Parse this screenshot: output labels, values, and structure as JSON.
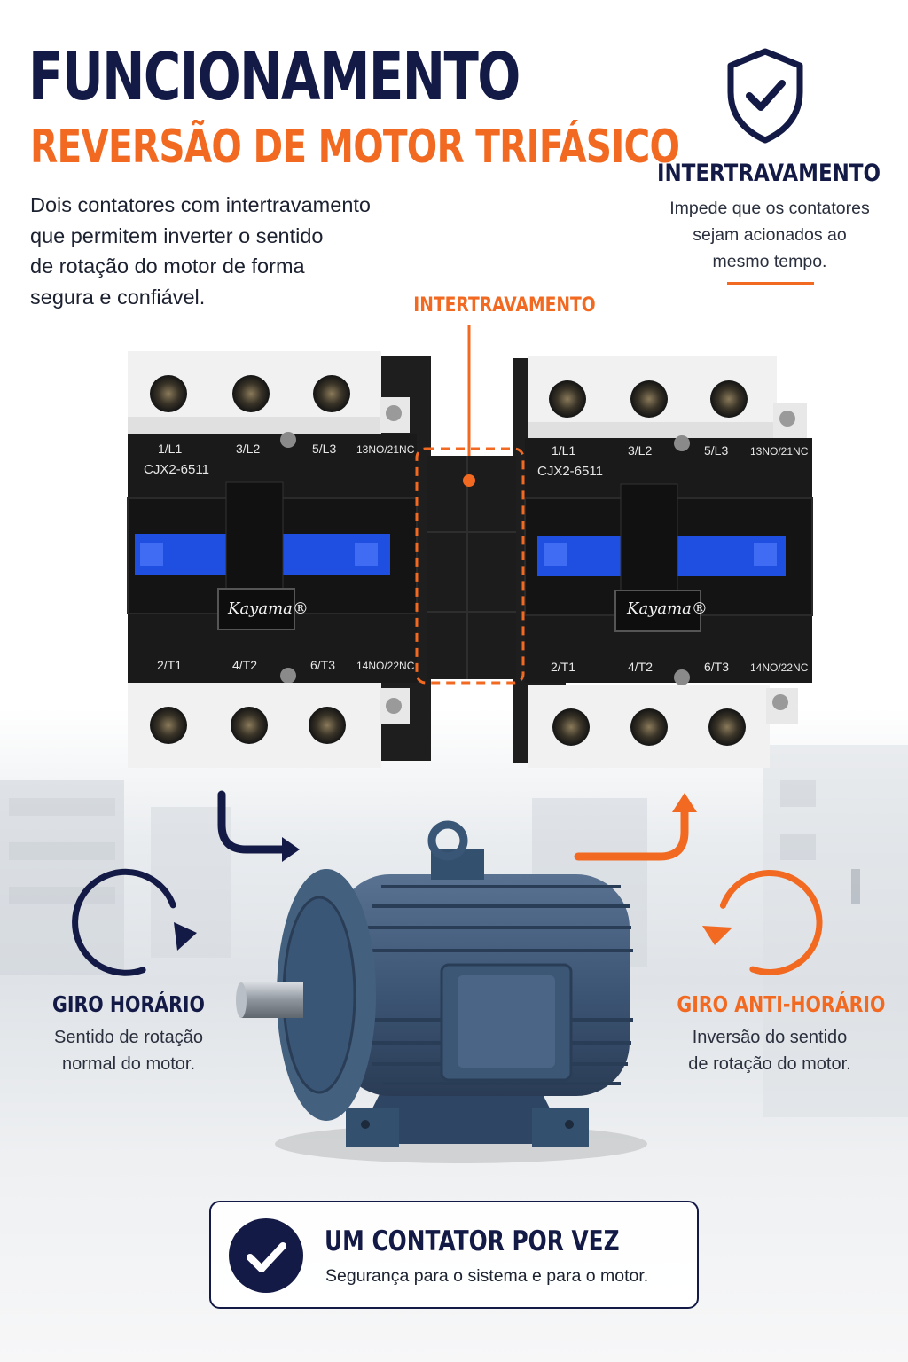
{
  "header": {
    "title": "FUNCIONAMENTO",
    "subtitle": "REVERSÃO DE MOTOR TRIFÁSICO",
    "intro_lines": [
      "Dois contatores com intertravamento",
      "que permitem inverter o sentido",
      "de rotação do motor de forma",
      "segura e confiável."
    ]
  },
  "feature": {
    "icon": "shield-check-icon",
    "title": "INTERTRAVAMENTO",
    "desc_lines": [
      "Impede que os contatores",
      "sejam acionados ao",
      "mesmo tempo."
    ]
  },
  "callout": {
    "label": "INTERTRAVAMENTO"
  },
  "contactor_left": {
    "top_terminals": [
      "1/L1",
      "3/L2",
      "5/L3",
      "13NO/21NC"
    ],
    "model": "CJX2-6511",
    "brand": "Kayama®",
    "bottom_terminals": [
      "2/T1",
      "4/T2",
      "6/T3",
      "14NO/22NC"
    ]
  },
  "contactor_right": {
    "top_terminals": [
      "1/L1",
      "3/L2",
      "5/L3",
      "13NO/21NC"
    ],
    "model": "CJX2-6511",
    "brand": "Kayama®",
    "bottom_terminals": [
      "2/T1",
      "4/T2",
      "6/T3",
      "14NO/22NC"
    ]
  },
  "rotation_cw": {
    "icon": "clockwise-arrow-icon",
    "title": "GIRO HORÁRIO",
    "desc_lines": [
      "Sentido de rotação",
      "normal do motor."
    ]
  },
  "rotation_ccw": {
    "icon": "counterclockwise-arrow-icon",
    "title": "GIRO ANTI-HORÁRIO",
    "desc_lines": [
      "Inversão do sentido",
      "de rotação do motor."
    ]
  },
  "bottom": {
    "icon": "checkmark-icon",
    "title": "UM CONTATOR POR VEZ",
    "desc": "Segurança para o sistema e para o motor."
  },
  "colors": {
    "navy": "#141a46",
    "orange": "#f26a21",
    "contactor_body": "#1a1a1a",
    "actuator_blue": "#1f4fe0",
    "motor_blue": "#3e5777"
  }
}
